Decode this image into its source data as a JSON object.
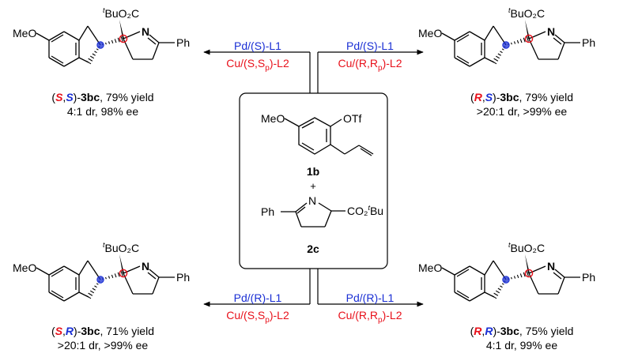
{
  "colors": {
    "red": "#e8101a",
    "blue": "#1a2fd4",
    "stroke": "#000000"
  },
  "molecule": {
    "meo": "MeO",
    "ester": "BuO₂C",
    "tbu_sup": "t",
    "n": "N",
    "ph": "Ph"
  },
  "center": {
    "substrate_top": {
      "meo": "MeO",
      "otf": "OTf",
      "label": "1b"
    },
    "plus": "+",
    "substrate_bottom": {
      "ph": "Ph",
      "n": "N",
      "ester": "CO₂",
      "tbu_sup": "t",
      "tbu": "Bu",
      "label": "2c"
    }
  },
  "conditions": {
    "top_left": {
      "pd": "Pd/(S)-L1",
      "cu": "Cu/(S,S",
      "cu_sub": "p",
      "cu_tail": ")-L2"
    },
    "top_right": {
      "pd": "Pd/(S)-L1",
      "cu": "Cu/(R,R",
      "cu_sub": "p",
      "cu_tail": ")-L2"
    },
    "bottom_left": {
      "pd": "Pd/(R)-L1",
      "cu": "Cu/(S,S",
      "cu_sub": "p",
      "cu_tail": ")-L2"
    },
    "bottom_right": {
      "pd": "Pd/(R)-L1",
      "cu": "Cu/(R,R",
      "cu_sub": "p",
      "cu_tail": ")-L2"
    }
  },
  "products": {
    "top_left": {
      "c1": "S",
      "c2": "S",
      "name": "3bc",
      "yield": ", 79% yield",
      "line2": "4:1 dr, 98% ee"
    },
    "top_right": {
      "c1": "R",
      "c2": "S",
      "name": "3bc",
      "yield": ", 79% yield",
      "line2": ">20:1 dr, >99% ee"
    },
    "bottom_left": {
      "c1": "S",
      "c2": "R",
      "name": "3bc",
      "yield": ", 71% yield",
      "line2": ">20:1 dr, >99% ee"
    },
    "bottom_right": {
      "c1": "R",
      "c2": "R",
      "name": "3bc",
      "yield": ", 75% yield",
      "line2": "4:1 dr, 99% ee"
    }
  }
}
